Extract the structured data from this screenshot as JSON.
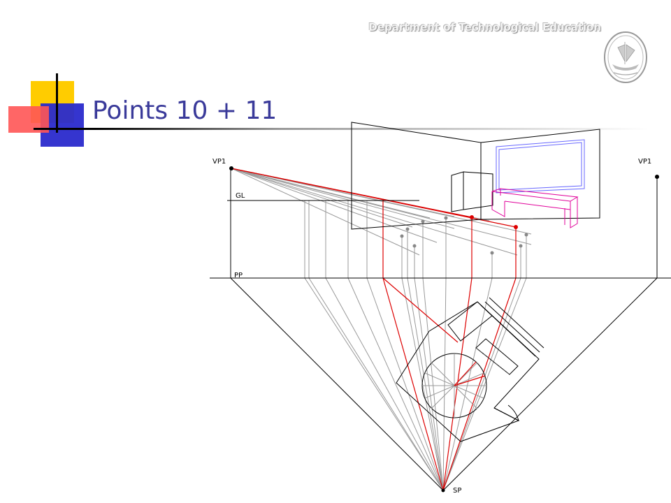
{
  "header": {
    "department": "Department of Technological Education",
    "logo_name": "ship-emblem-logo"
  },
  "slide": {
    "title": "Points 10 + 11"
  },
  "diagram": {
    "labels": {
      "vp_left": "VP1",
      "vp_right": "VP1",
      "ground_line": "GL",
      "picture_plane": "PP",
      "station_point": "SP"
    },
    "colors": {
      "construction": "#999999",
      "highlight": "#DD0000",
      "window": "#6666FF",
      "bench": "#E0009A",
      "outline": "#000000"
    }
  }
}
